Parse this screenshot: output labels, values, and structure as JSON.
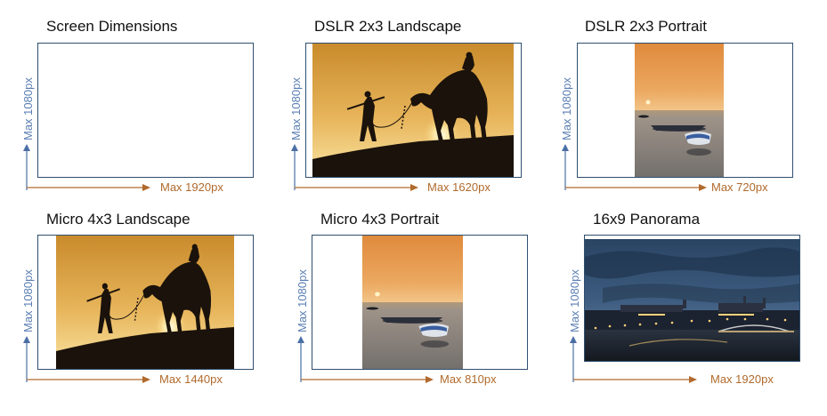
{
  "colors": {
    "frame_border": "#2f4f6f",
    "vertical_label": "#5b7fb3",
    "vertical_arrow": "#4a6fa5",
    "horizontal_label": "#b06a2c",
    "horizontal_arrow": "#b06a2c"
  },
  "panels": [
    {
      "title": "Screen Dimensions",
      "height_label": "Max 1080px",
      "width_label": "Max 1920px",
      "image": "none"
    },
    {
      "title": "DSLR 2x3 Landscape",
      "height_label": "Max 1080px",
      "width_label": "Max 1620px",
      "image": "camel-silhouette-sunset"
    },
    {
      "title": "DSLR 2x3 Portrait",
      "height_label": "Max 1080px",
      "width_label": "Max 720px",
      "image": "boats-river-sunset"
    },
    {
      "title": "Micro 4x3 Landscape",
      "height_label": "Max 1080px",
      "width_label": "Max 1440px",
      "image": "camel-silhouette-sunset"
    },
    {
      "title": "Micro 4x3 Portrait",
      "height_label": "Max 1080px",
      "width_label": "Max 810px",
      "image": "boats-river-sunset"
    },
    {
      "title": "16x9 Panorama",
      "height_label": "Max 1080px",
      "width_label": "Max 1920px",
      "image": "city-night-panorama"
    }
  ]
}
